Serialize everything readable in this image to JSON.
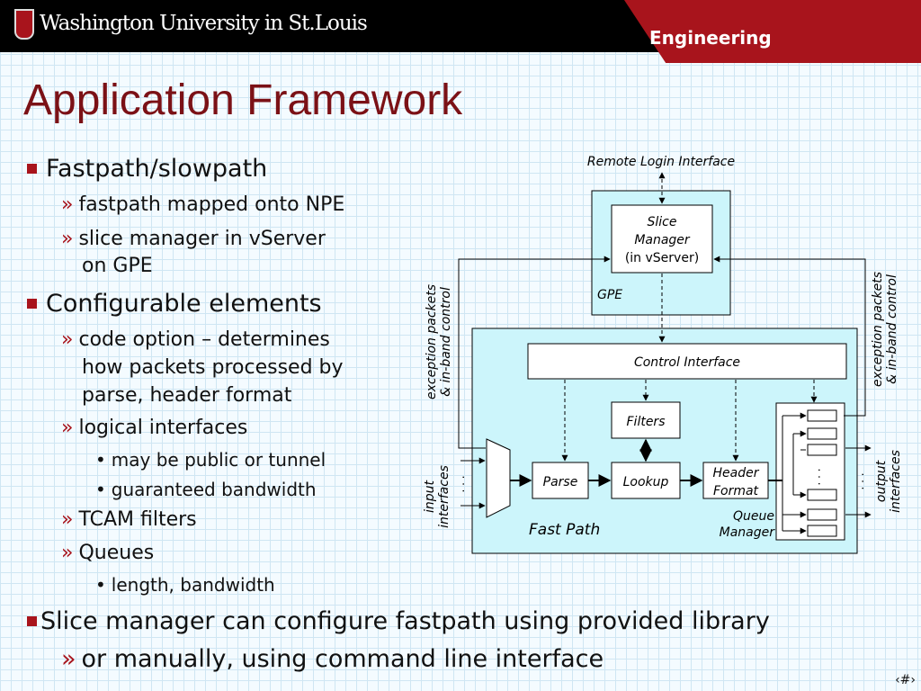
{
  "header": {
    "logo_text": "Washington University in St.Louis",
    "dept": "Engineering"
  },
  "slide": {
    "title": "Application Framework",
    "bullets": {
      "b1": "Fastpath/slowpath",
      "b1_1": "fastpath mapped onto NPE",
      "b1_2a": "slice manager in vServer",
      "b1_2b": "on GPE",
      "b2": "Configurable elements",
      "b2_1a": "code option – determines",
      "b2_1b": "how packets processed by",
      "b2_1c": "parse, header format",
      "b2_2": "logical interfaces",
      "b2_2_1": "may be public or tunnel",
      "b2_2_2": "guaranteed bandwidth",
      "b2_3": "TCAM filters",
      "b2_4": "Queues",
      "b2_4_1": "length, bandwidth",
      "b3": "Slice manager can configure fastpath using provided library",
      "b3_1": "or manually, using command line interface"
    },
    "page_number": "‹#›"
  },
  "diagram": {
    "remote_login": "Remote Login Interface",
    "slice_manager": [
      "Slice",
      "Manager",
      "(in vServer)"
    ],
    "gpe": "GPE",
    "control_interface": "Control Interface",
    "filters": "Filters",
    "parse": "Parse",
    "lookup": "Lookup",
    "header_format": [
      "Header",
      "Format"
    ],
    "queue_manager": [
      "Queue",
      "Manager"
    ],
    "fast_path": "Fast Path",
    "exception_left": [
      "exception packets",
      "& in-band control"
    ],
    "exception_right": [
      "exception packets",
      "& in-band control"
    ],
    "input": [
      "input",
      "interfaces"
    ],
    "output": [
      "output",
      "interfaces"
    ],
    "dots": ". . ."
  },
  "colors": {
    "accent": "#a8141c",
    "title": "#7b1116",
    "panel": "#ccf5fb"
  }
}
